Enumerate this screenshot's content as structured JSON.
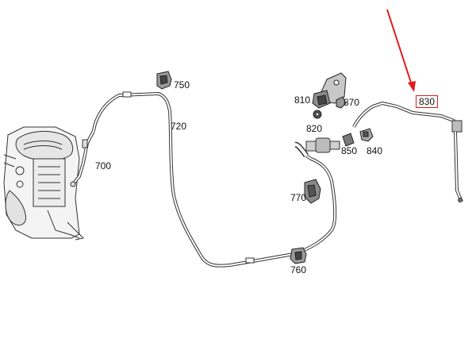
{
  "labels": {
    "p700": "700",
    "p720": "720",
    "p750": "750",
    "p760": "760",
    "p770": "770",
    "p810": "810",
    "p820": "820",
    "p830": "830",
    "p840": "840",
    "p850": "850",
    "p870": "870"
  },
  "highlight": {
    "part": "830",
    "color": "#e01b1b"
  },
  "colors": {
    "line": "#333333",
    "hose_fill": "#ffffff",
    "arrow": "#e01b1b"
  }
}
